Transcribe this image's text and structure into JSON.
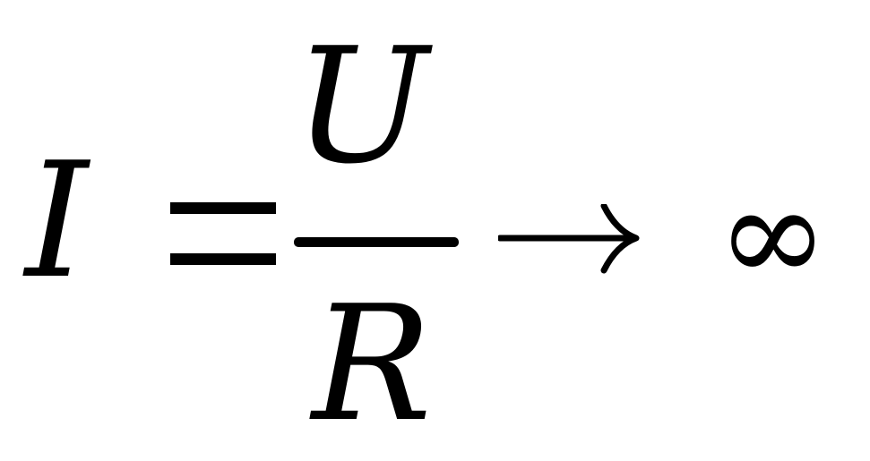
{
  "formula": {
    "lhs_variable": "I",
    "equals": "=",
    "numerator": "U",
    "denominator": "R",
    "arrow": "→",
    "limit": "∞"
  }
}
